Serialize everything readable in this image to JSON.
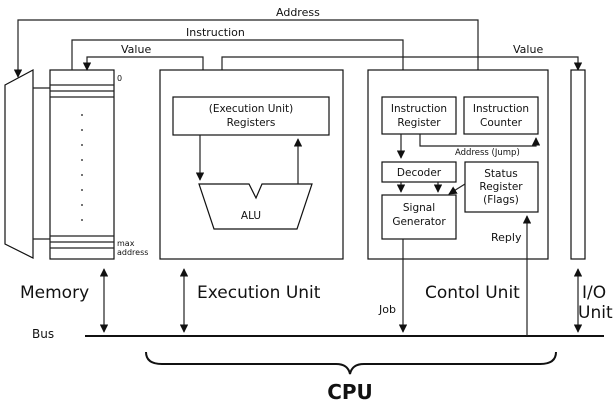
{
  "signals": {
    "address": "Address",
    "instruction": "Instruction",
    "value_left": "Value",
    "value_right": "Value",
    "address_jump": "Address (Jump)",
    "job": "Job",
    "reply": "Reply"
  },
  "memory": {
    "label": "Memory",
    "addr_zero": "0",
    "max_address_line1": "max",
    "max_address_line2": "address"
  },
  "execution_unit": {
    "label": "Execution Unit",
    "registers_line1": "(Execution Unit)",
    "registers_line2": "Registers",
    "alu": "ALU"
  },
  "control_unit": {
    "label": "Contol Unit",
    "instruction_register_line1": "Instruction",
    "instruction_register_line2": "Register",
    "instruction_counter_line1": "Instruction",
    "instruction_counter_line2": "Counter",
    "decoder": "Decoder",
    "status_register_line1": "Status",
    "status_register_line2": "Register",
    "status_register_line3": "(Flags)",
    "signal_generator_line1": "Signal",
    "signal_generator_line2": "Generator"
  },
  "io_unit": {
    "label_line1": "I/O",
    "label_line2": "Unit"
  },
  "bus": {
    "label": "Bus"
  },
  "cpu": {
    "label": "CPU"
  }
}
